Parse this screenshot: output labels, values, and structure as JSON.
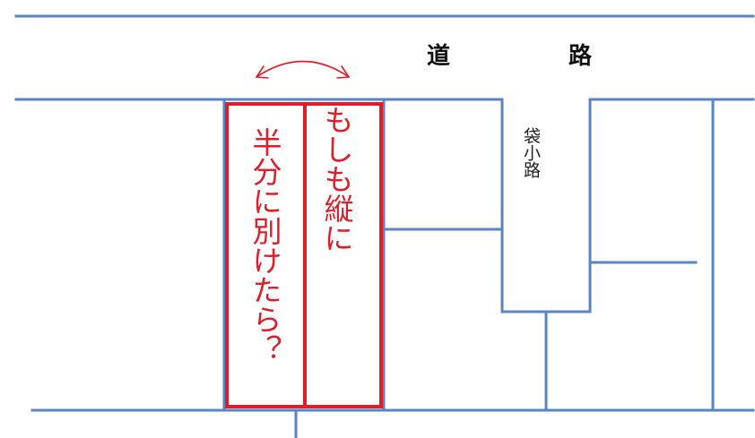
{
  "labels": {
    "road_char_1": "道",
    "road_char_2": "路",
    "alley": "袋小路",
    "note_split_half": "半分に別けたら？",
    "note_vertical": "もしも縦に"
  },
  "colors": {
    "boundary_line": "#5b85c0",
    "highlight": "#dc1f2b",
    "text": "#111111"
  }
}
